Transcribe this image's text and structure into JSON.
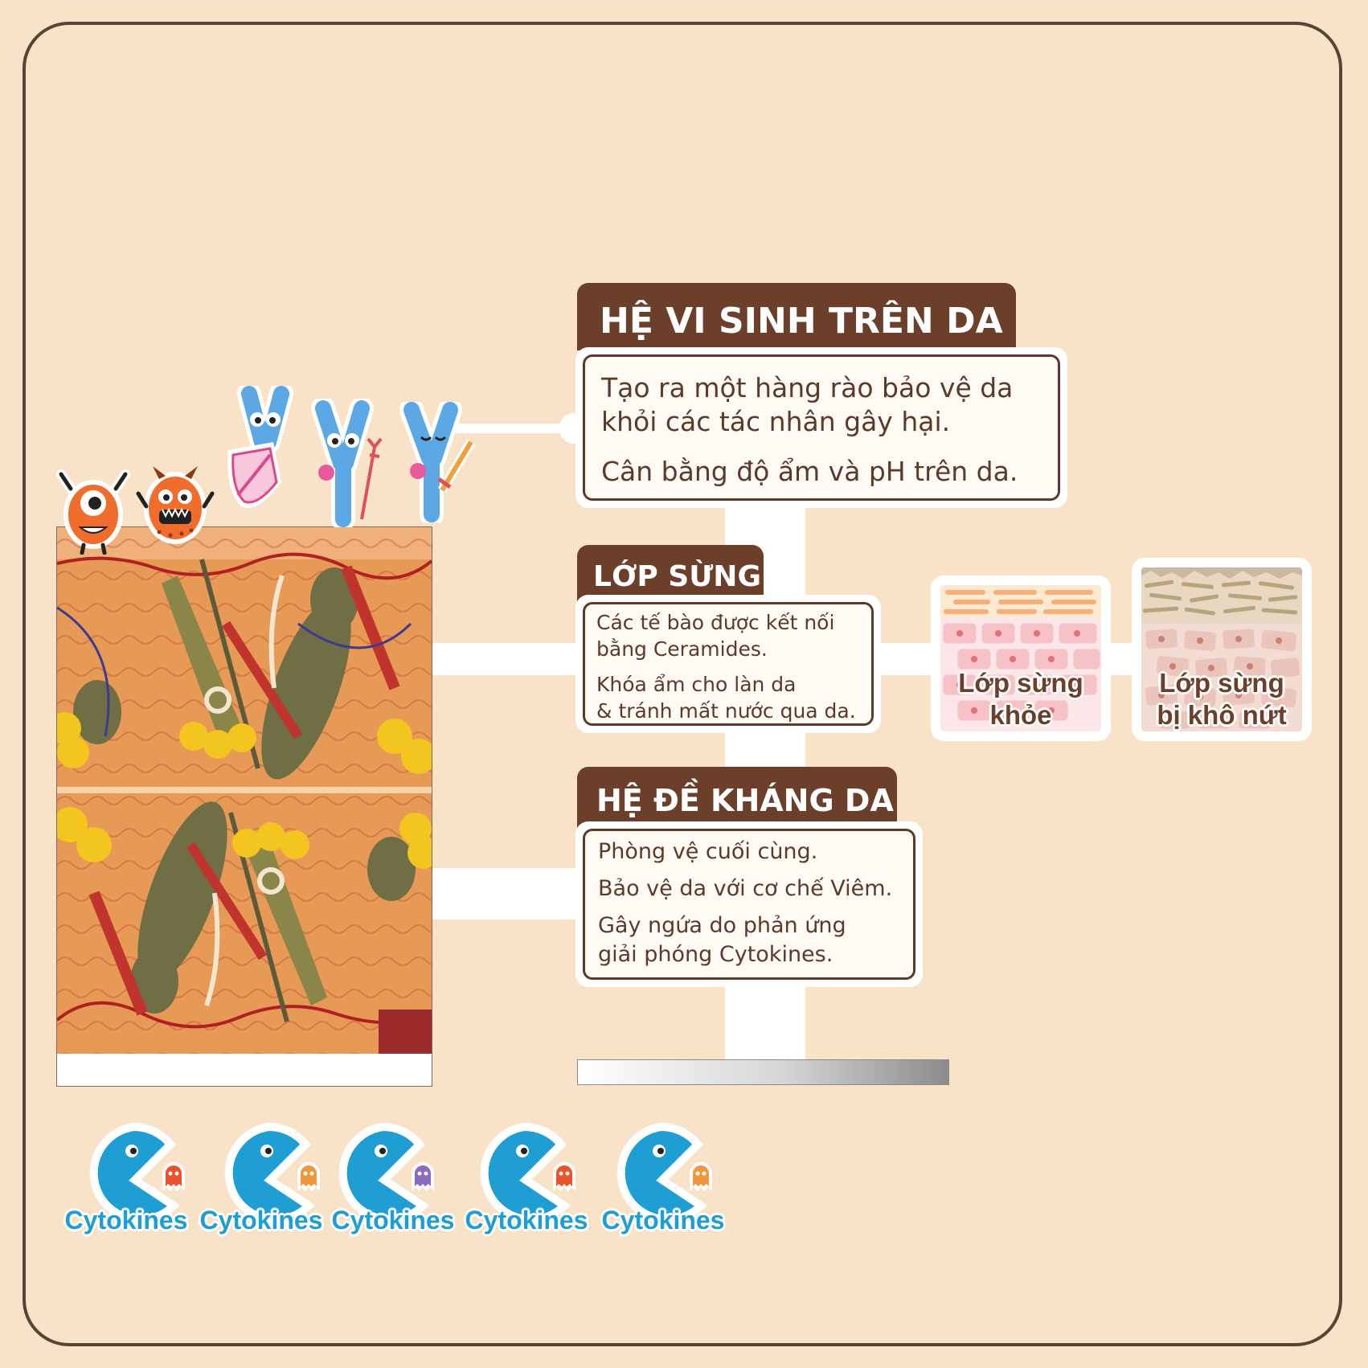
{
  "sections": {
    "microbiome": {
      "title": "HỆ VI SINH TRÊN DA",
      "line1": "Tạo ra một hàng rào bảo vệ da",
      "line2": "khỏi các tác nhân gây hại.",
      "line3": "Cân bằng độ ẩm và pH trên da."
    },
    "stratum": {
      "title": "LỚP SỪNG",
      "line1": "Các tế bào được kết nối",
      "line2": "bằng Ceramides.",
      "line3": "Khóa ẩm cho làn da",
      "line4": "& tránh mất nước qua da."
    },
    "immune": {
      "title": "HỆ ĐỀ KHÁNG DA",
      "line1": "Phòng vệ cuối cùng.",
      "line2": "Bảo vệ da với cơ chế Viêm.",
      "line3": "Gây ngứa do phản ứng",
      "line4": "giải phóng Cytokines."
    }
  },
  "tiles": {
    "healthy": {
      "line1": "Lớp sừng",
      "line2": "khỏe"
    },
    "dry": {
      "line1": "Lớp sừng",
      "line2": "bị khô nứt"
    }
  },
  "logos": [
    {
      "name": "Cytokines",
      "ghost_color": "#e8532b"
    },
    {
      "name": "Cytokines",
      "ghost_color": "#f3953a"
    },
    {
      "name": "Cytokines",
      "ghost_color": "#8a6bbf"
    },
    {
      "name": "Cytokines",
      "ghost_color": "#e8532b"
    },
    {
      "name": "Cytokines",
      "ghost_color": "#f3953a"
    }
  ],
  "colors": {
    "background": "#f8e3c8",
    "header": "#6b3f2a",
    "text": "#5b3a2a",
    "logo_blue": "#1e9ed3"
  }
}
